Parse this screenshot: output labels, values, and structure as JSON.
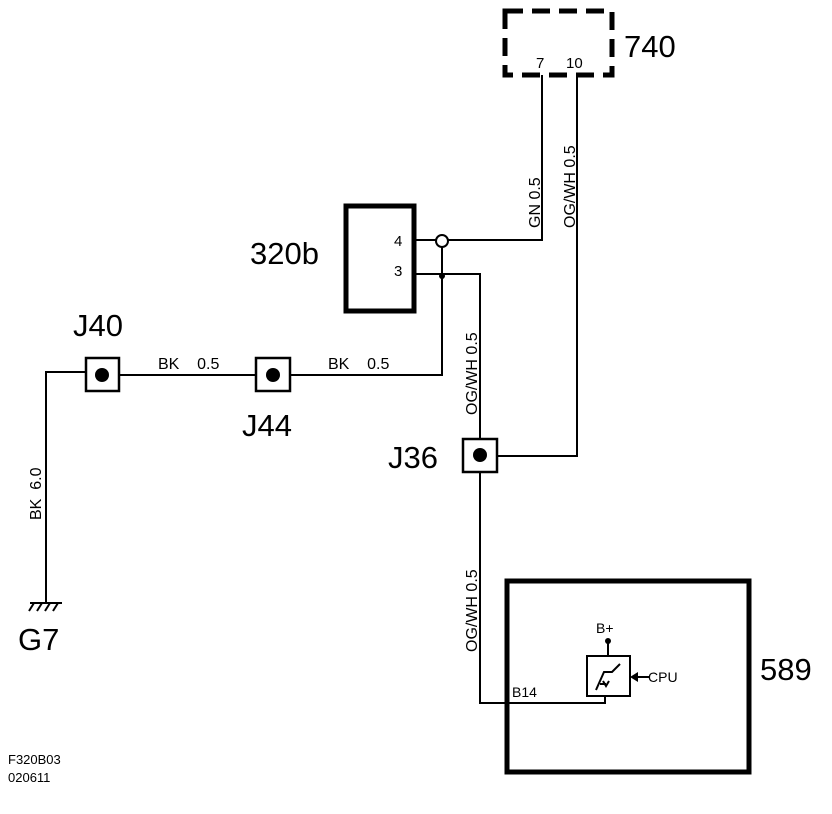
{
  "components": {
    "c740": {
      "label": "740",
      "pin_a": "7",
      "pin_b": "10"
    },
    "c320b": {
      "label": "320b",
      "pin_a": "4",
      "pin_b": "3"
    },
    "c589": {
      "label": "589",
      "pin": "B14",
      "supply": "B+",
      "cpu": "CPU"
    },
    "j40": {
      "label": "J40"
    },
    "j44": {
      "label": "J44"
    },
    "j36": {
      "label": "J36"
    },
    "g7": {
      "label": "G7"
    }
  },
  "wires": {
    "gn": "GN  0.5",
    "og_top": "OG/WH  0.5",
    "og_320": "OG/WH  0.5",
    "og_low": "OG/WH  0.5",
    "bk_j40_j44": "BK    0.5",
    "bk_j44_320": "BK    0.5",
    "bk_ground": "BK  6.0"
  },
  "footer": {
    "figure_id": "F320B03",
    "date": "020611"
  }
}
